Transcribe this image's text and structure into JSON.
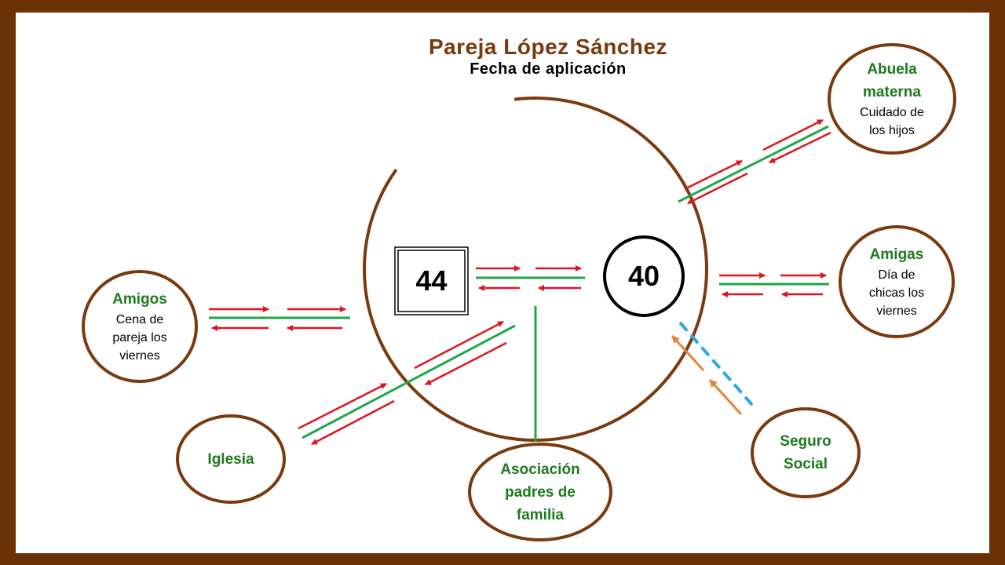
{
  "title": "Pareja López Sánchez",
  "subtitle": "Fecha de aplicación",
  "family": {
    "husband_age": "44",
    "wife_age": "40"
  },
  "nodes": {
    "abuela": {
      "name_line1": "Abuela",
      "name_line2": "materna",
      "desc_line1": "Cuidado de",
      "desc_line2": "los hijos"
    },
    "amigas": {
      "name": "Amigas",
      "desc_line1": "Día de",
      "desc_line2": "chicas los",
      "desc_line3": "viernes"
    },
    "amigos": {
      "name": "Amigos",
      "desc_line1": "Cena de",
      "desc_line2": "pareja los",
      "desc_line3": "viernes"
    },
    "iglesia": {
      "name": "Iglesia"
    },
    "asociacion": {
      "name_line1": "Asociación",
      "name_line2": "padres de",
      "name_line3": "familia"
    },
    "seguro": {
      "name_line1": "Seguro",
      "name_line2": "Social"
    }
  },
  "colors": {
    "frame": "#6b3205",
    "node_border": "#7a3a0f",
    "title": "#7a3a0f",
    "node_name": "#1f7a1f",
    "strong_link": "#22a64a",
    "flow_arrow": "#e0141e",
    "stress_link": "#2aa8e0",
    "weak_flow_arrow": "#e8823a"
  }
}
